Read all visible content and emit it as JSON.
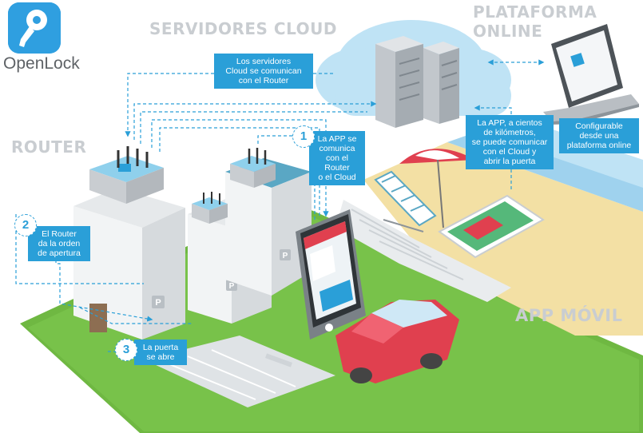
{
  "brand": {
    "name": "OpenLock",
    "icon": "key-icon"
  },
  "sections": {
    "cloud": "SERVIDORES CLOUD",
    "platform": "PLATAFORMA ONLINE",
    "router": "ROUTER",
    "app": "APP MÓVIL"
  },
  "callouts": {
    "cloud_router": "Los servidores\nCloud se comunican\ncon el Router",
    "app_comm": "La APP se\ncomunica\ncon el Router\no el Cloud",
    "app_remote": "La APP, a cientos\nde kilómetros,\nse puede comunicar\ncon el Cloud y\nabrir la puerta",
    "platform": "Configurable\ndesde una\nplataforma online",
    "router_order": "El Router\nda la orden\nde apertura",
    "door_opens": "La puerta\nse abre"
  },
  "steps": {
    "one": "1",
    "two": "2",
    "three": "3"
  },
  "colors": {
    "accent": "#2a9fd8",
    "title_gray": "#c9cdd1",
    "grass": "#6fb842",
    "car": "#e0404f"
  }
}
